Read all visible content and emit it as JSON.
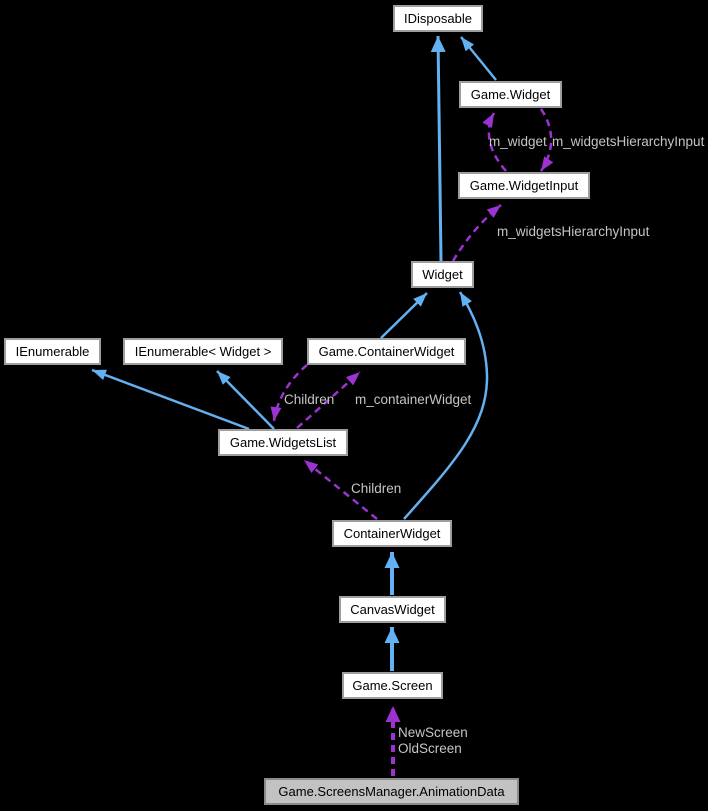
{
  "diagram_type": "collaboration-graph",
  "colors": {
    "background": "#000000",
    "node_fill": "#ffffff",
    "node_border": "#9e9e9e",
    "node_text": "#000000",
    "highlight_fill": "#c2c2c2",
    "highlight_border": "#8a8a8a",
    "inheritance": "#63b1f2",
    "usage": "#9c32d2",
    "label": "#c5c5c5"
  },
  "nodes": [
    {
      "label": "IDisposable",
      "highlighted": false
    },
    {
      "label": "Game.Widget",
      "highlighted": false
    },
    {
      "label": "Game.WidgetInput",
      "highlighted": false
    },
    {
      "label": "Widget",
      "highlighted": false
    },
    {
      "label": "IEnumerable",
      "highlighted": false
    },
    {
      "label": "IEnumerable< Widget >",
      "highlighted": false
    },
    {
      "label": "Game.ContainerWidget",
      "highlighted": false
    },
    {
      "label": "Game.WidgetsList",
      "highlighted": false
    },
    {
      "label": "ContainerWidget",
      "highlighted": false
    },
    {
      "label": "CanvasWidget",
      "highlighted": false
    },
    {
      "label": "Game.Screen",
      "highlighted": false
    },
    {
      "label": "Game.ScreensManager.AnimationData",
      "highlighted": true
    }
  ],
  "edges": [
    {
      "from": "Widget",
      "to": "IDisposable",
      "type": "inheritance",
      "label": ""
    },
    {
      "from": "Game.Widget",
      "to": "IDisposable",
      "type": "inheritance",
      "label": ""
    },
    {
      "from": "Game.WidgetInput",
      "to": "Game.Widget",
      "type": "usage",
      "label": "m_widget"
    },
    {
      "from": "Game.Widget",
      "to": "Game.WidgetInput",
      "type": "usage",
      "label": "m_widgetsHierarchyInput"
    },
    {
      "from": "Widget",
      "to": "Game.WidgetInput",
      "type": "usage",
      "label": "m_widgetsHierarchyInput"
    },
    {
      "from": "Game.ContainerWidget",
      "to": "Widget",
      "type": "inheritance",
      "label": ""
    },
    {
      "from": "ContainerWidget",
      "to": "Widget",
      "type": "inheritance",
      "label": ""
    },
    {
      "from": "Game.WidgetsList",
      "to": "IEnumerable",
      "type": "inheritance",
      "label": ""
    },
    {
      "from": "Game.WidgetsList",
      "to": "IEnumerable< Widget >",
      "type": "inheritance",
      "label": ""
    },
    {
      "from": "Game.ContainerWidget",
      "to": "Game.WidgetsList",
      "type": "usage",
      "label": "Children"
    },
    {
      "from": "Game.WidgetsList",
      "to": "Game.ContainerWidget",
      "type": "usage",
      "label": "m_containerWidget"
    },
    {
      "from": "ContainerWidget",
      "to": "Game.WidgetsList",
      "type": "usage",
      "label": "Children"
    },
    {
      "from": "CanvasWidget",
      "to": "ContainerWidget",
      "type": "inheritance",
      "label": ""
    },
    {
      "from": "Game.Screen",
      "to": "CanvasWidget",
      "type": "inheritance",
      "label": ""
    },
    {
      "from": "Game.ScreensManager.AnimationData",
      "to": "Game.Screen",
      "type": "usage",
      "labels": [
        "NewScreen",
        "OldScreen"
      ]
    }
  ]
}
